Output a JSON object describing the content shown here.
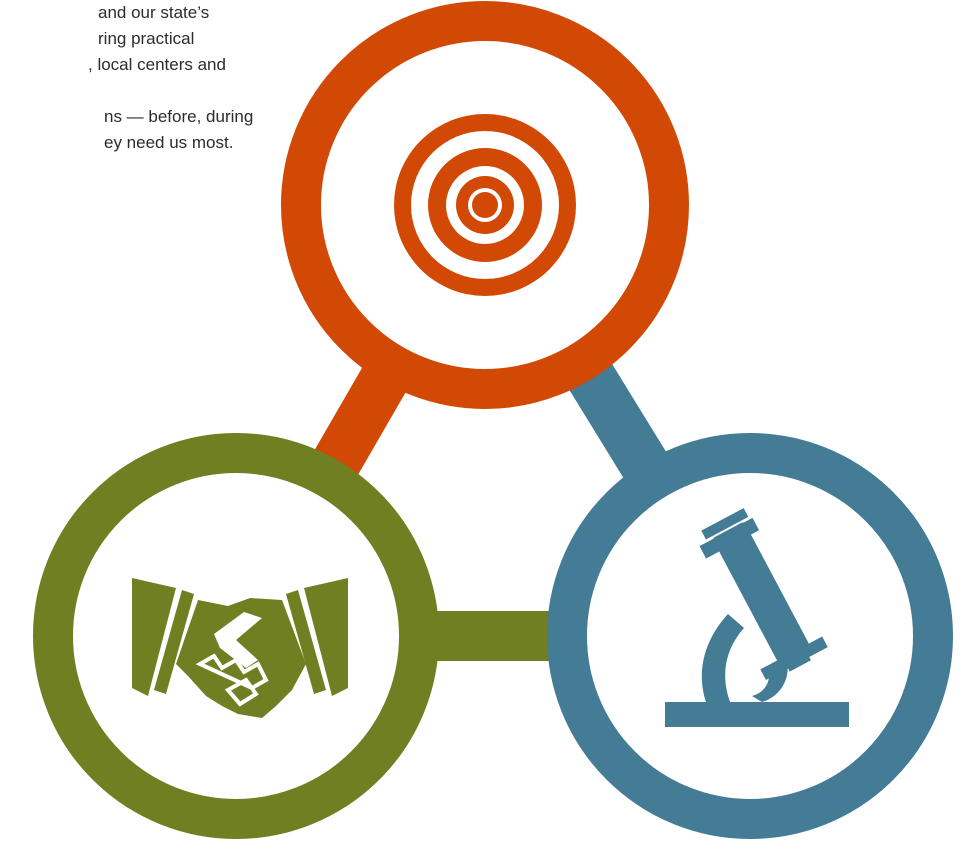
{
  "intro": {
    "paragraph_1": [
      "and our state’s",
      "ring practical",
      ", local centers and"
    ],
    "paragraph_2": [
      "ns — before, during",
      "ey need us most."
    ]
  },
  "diagram": {
    "colors": {
      "target": "#d14904",
      "partnership": "#6f7f21",
      "research": "#437c94",
      "background": "#ffffff"
    },
    "nodes": [
      {
        "id": "target",
        "icon": "target-icon"
      },
      {
        "id": "partnership",
        "icon": "handshake-icon"
      },
      {
        "id": "research",
        "icon": "microscope-icon"
      }
    ]
  }
}
